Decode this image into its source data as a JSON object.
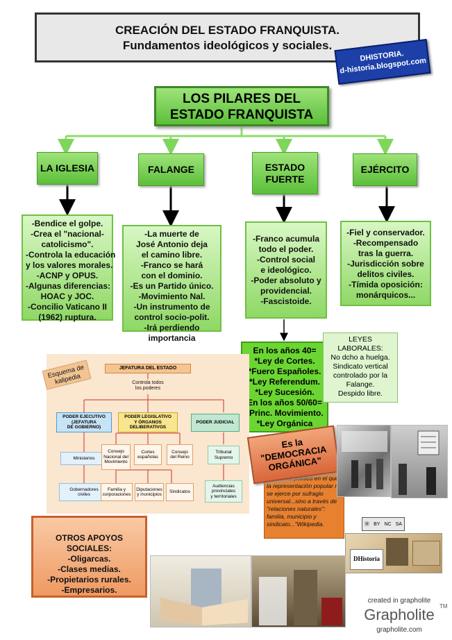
{
  "header": {
    "line1": "CREACIÓN DEL ESTADO FRANQUISTA.",
    "line2": "Fundamentos ideológicos y sociales."
  },
  "badge": {
    "line1": "DHISTORIA.",
    "line2": "d-historia.blogspot.com"
  },
  "main_title": {
    "line1": "LOS PILARES DEL",
    "line2": "ESTADO FRANQUISTA"
  },
  "pillars": {
    "iglesia": {
      "label": "LA IGLESIA",
      "items": [
        "-Bendice el golpe.",
        "-Crea  el \"nacional-",
        "catolicismo\".",
        "-Controla la educación",
        "y  los valores morales.",
        "-ACNP y OPUS.",
        "-Algunas diferencias:",
        "HOAC y JOC.",
        "-Concilio Vaticano II",
        "(1962) ruptura."
      ]
    },
    "falange": {
      "label": "FALANGE",
      "items": [
        "-La muerte de",
        "José Antonio deja",
        "el camino libre.",
        "-Franco se hará",
        "con el dominio.",
        "-Es un Partido único.",
        "-Movimiento Nal.",
        "-Un instrumento de",
        "control socio-polit.",
        "-Irá perdiendo",
        "importancia"
      ]
    },
    "estado": {
      "label_line1": "ESTADO",
      "label_line2": "FUERTE",
      "items": [
        "-Franco acumula",
        "todo el poder.",
        "-Control social",
        "e ideológico.",
        "-Poder absoluto y",
        "providencial.",
        "-Fascistoide."
      ]
    },
    "ejercito": {
      "label": "EJÉRCITO",
      "items": [
        "-Fiel y conservador.",
        "-Recompensado",
        "tras la guerra.",
        "-Jurisdicción sobre",
        "delitos civiles.",
        "-Tímida oposición:",
        "monárquicos..."
      ]
    }
  },
  "years": [
    "En los años 40=",
    "*Ley de Cortes.",
    "*Fuero Españoles.",
    "*Ley Referendum.",
    "*Ley Sucesión.",
    "En los años 50/60=",
    "*Princ. Movimiento.",
    "*Ley Orgánica"
  ],
  "laborales": [
    "LEYES",
    "LABORALES:",
    "No dcho a huelga.",
    "Sindicato vertical",
    "controlado por la",
    "Falange.",
    "Despido libre."
  ],
  "scheme": {
    "tag_line1": "Esquema de",
    "tag_line2": "kalipedia",
    "jefatura": "JEFATURA DEL ESTADO",
    "controla": [
      "Controla todos",
      "los poderes"
    ],
    "ejecutivo": [
      "PODER EJECUTIVO",
      "(JEFATURA",
      "DE GOBIERNO)"
    ],
    "legislativo": [
      "PODER LEGISLATIVO",
      "Y ÓRGANOS",
      "DELIBERATIVOS"
    ],
    "judicial": "PODER JUDICIAL",
    "ministerios": "Ministerios",
    "gobernadores": [
      "Gobernadores",
      "civiles"
    ],
    "consejo_nacional": [
      "Consejo",
      "Nacional del",
      "Movimiento"
    ],
    "cortes": [
      "Cortes",
      "españolas"
    ],
    "consejo_reino": [
      "Consejo",
      "del Reino"
    ],
    "tribunal": [
      "Tribunal",
      "Supremo"
    ],
    "familia": [
      "Familia y",
      "corporaciones"
    ],
    "diputaciones": [
      "Diputaciones",
      "y municipios"
    ],
    "sindicatos": "Sindicatos",
    "audiencias": [
      "Audiencias",
      "provinciales",
      "y territoriales"
    ]
  },
  "democracia": {
    "line1": "Es la",
    "line2": "\"DEMOCRACIA",
    "line3": "ORGÁNICA\""
  },
  "quote": "\"..sistema político en el que la representación popular no se ejerce por sufragio universal...sino a través de \"relaciones naturales\": familia, municipio y sindicato...\"Wikipedia.",
  "otros": [
    "OTROS APOYOS",
    "SOCIALES:",
    "-Oligarcas.",
    "-Clases medias.",
    "-Propietarios rurales.",
    "-Empresarios."
  ],
  "cc_badge": [
    "BY",
    "NC",
    "SA"
  ],
  "dhistoria_card": "DHistoria",
  "footer": {
    "created": "created in grapholite",
    "brand": "Grapholite",
    "tm": "TM",
    "url": "grapholite.com"
  },
  "colors": {
    "green_dark": "#4a9a2e",
    "green_light": "#9ee37a",
    "badge_blue": "#1d3fa8",
    "orange": "#e7802f",
    "scheme_bg": "#fbe6cf"
  }
}
